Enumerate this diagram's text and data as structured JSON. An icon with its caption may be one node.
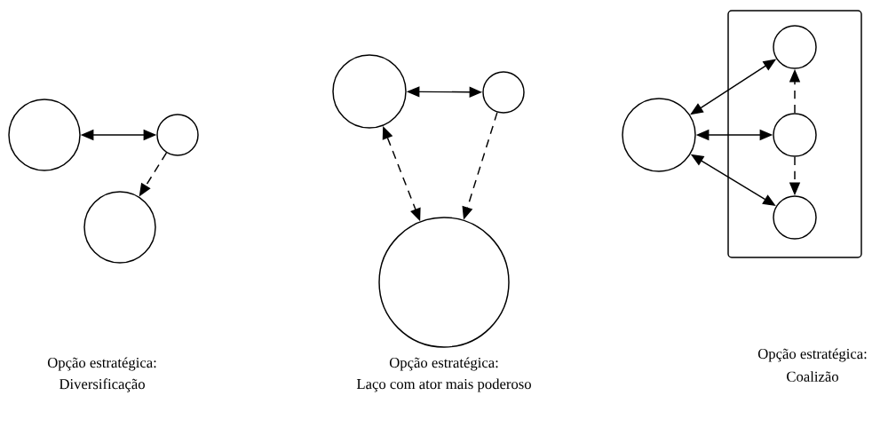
{
  "diagram": {
    "nodes": [
      {
        "text": [],
        "shape": "circle"
      },
      {
        "text": [],
        "shape": "circle"
      },
      {
        "text": [],
        "shape": "circle"
      },
      {
        "text": [],
        "shape": "circle"
      },
      {
        "text": [],
        "shape": "circle"
      },
      {
        "text": [],
        "shape": "circle"
      },
      {
        "text": [],
        "shape": "circle"
      },
      {
        "text": [],
        "shape": "box"
      },
      {
        "text": [],
        "shape": "circle",
        "in": 7
      },
      {
        "text": [],
        "shape": "circle",
        "in": 7
      },
      {
        "text": [],
        "shape": "circle",
        "in": 7
      }
    ],
    "edges": [
      {
        "from": 0,
        "to": 1,
        "arrow": "both"
      },
      {
        "from": 1,
        "to": 2,
        "arrow": "to",
        "style": "dashed"
      },
      {
        "from": 3,
        "to": 4,
        "arrow": "both"
      },
      {
        "from": 3,
        "to": 5,
        "arrow": "both",
        "style": "dashed"
      },
      {
        "from": 4,
        "to": 5,
        "arrow": "to",
        "style": "dashed"
      },
      {
        "from": 6,
        "to": 8,
        "arrow": "both"
      },
      {
        "from": 6,
        "to": 9,
        "arrow": "both"
      },
      {
        "from": 6,
        "to": 10,
        "arrow": "both"
      },
      {
        "from": 9,
        "to": 8,
        "arrow": "to",
        "style": "dashed"
      },
      {
        "from": 9,
        "to": 10,
        "arrow": "to",
        "style": "dashed"
      }
    ],
    "labels": [
      "Opção estratégica:",
      "Diversificação",
      "Opção estratégica:",
      "Laço com ator mais poderoso",
      "Opção estratégica:",
      "Coalizão"
    ]
  }
}
